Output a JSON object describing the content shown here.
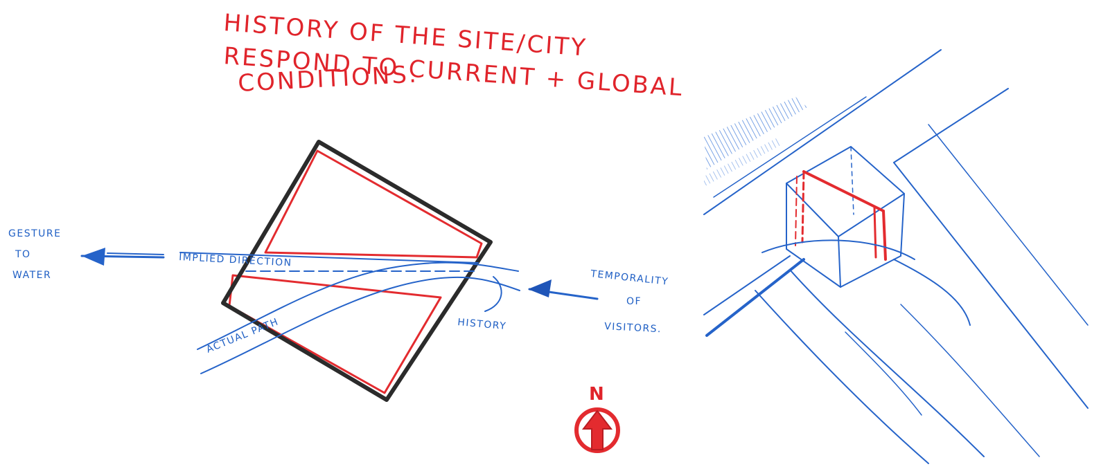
{
  "colors": {
    "ink_red": "#e0242b",
    "ink_blue": "#1f5fc4",
    "ink_black": "#2b2b2b",
    "paper": "#ffffff"
  },
  "header": {
    "line1": "HISTORY OF THE SITE/CITY",
    "line2": "RESPOND TO CURRENT + GLOBAL",
    "line3": "CONDITIONS."
  },
  "labels": {
    "gesture_line1": "GESTURE",
    "gesture_line2": "TO",
    "gesture_line3": "WATER",
    "implied_direction": "IMPLIED DIRECTION",
    "actual_path": "ACTUAL PATH",
    "history": "HISTORY",
    "temporality_line1": "TEMPORALITY",
    "temporality_line2": "OF",
    "temporality_line3": "VISITORS."
  },
  "north_arrow": {
    "letter": "N",
    "icon": "north-arrow-icon"
  }
}
